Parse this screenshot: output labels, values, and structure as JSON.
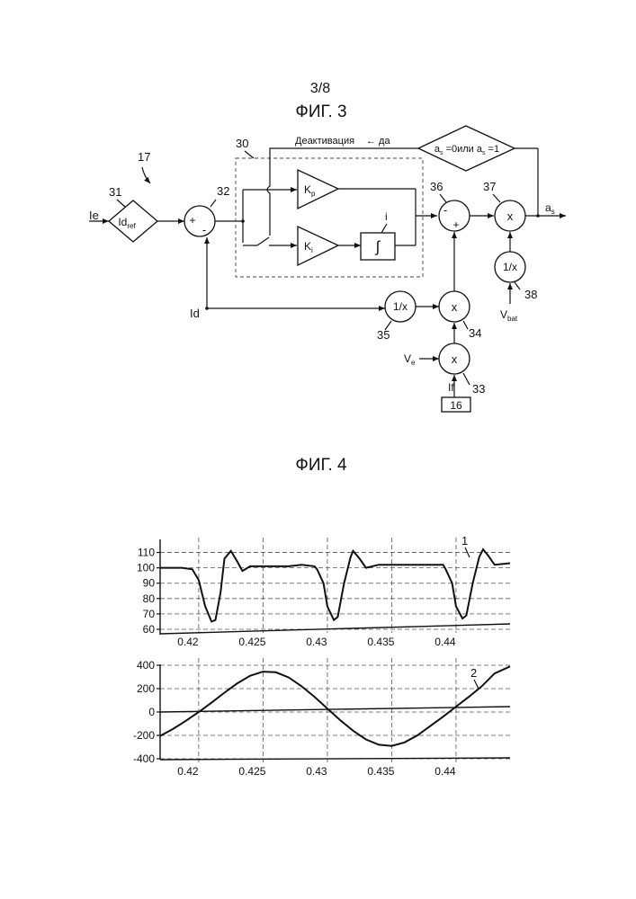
{
  "header": {
    "sheet": "3/8",
    "fig3_title": "ФИГ. 3",
    "fig4_title": "ФИГ. 4"
  },
  "fig3": {
    "ref_17": "17",
    "ref_30": "30",
    "ref_31": "31",
    "ref_32": "32",
    "ref_33": "33",
    "ref_34": "34",
    "ref_35": "35",
    "ref_36": "36",
    "ref_37": "37",
    "ref_38": "38",
    "input_ie": "Ie",
    "block_idref_main": "Id",
    "block_idref_sub": "ref",
    "sum32_plus": "+",
    "sum32_minus": "-",
    "input_id": "Id",
    "kp_main": "K",
    "kp_sub": "p",
    "ki_main": "K",
    "ki_sub": "i",
    "integrator_symbol": "∫",
    "integrator_label": "i",
    "deactivation_label": "Деактивация",
    "yes_label": "← да",
    "condition_a1": "a",
    "condition_s1": "s",
    "condition_mid": " =0или a",
    "condition_s2": "s",
    "condition_end": " =1",
    "sum36_minus": "-",
    "sum36_plus": "+",
    "mult37": "x",
    "output_main": "a",
    "output_sub": "s",
    "inv38": "1/x",
    "vbat_main": "V",
    "vbat_sub": "bat",
    "inv35": "1/x",
    "mult34": "x",
    "mult33": "x",
    "ve_main": "V",
    "ve_sub": "e",
    "input_if": "If",
    "block_16": "16"
  },
  "chart_data": [
    {
      "type": "line",
      "series_label": "1",
      "ylim": [
        60,
        115
      ],
      "xlim": [
        0.417,
        0.4442
      ],
      "yticks": [
        "110",
        "100",
        "90",
        "80",
        "70",
        "60"
      ],
      "xticks": [
        "0.42",
        "0.425",
        "0.43",
        "0.435",
        "0.44"
      ],
      "grid": true,
      "series": [
        {
          "x": [
            0.417,
            0.4187,
            0.4195,
            0.42,
            0.4205,
            0.421,
            0.4213,
            0.4217,
            0.422,
            0.4225,
            0.423,
            0.4234,
            0.424,
            0.425,
            0.426,
            0.427,
            0.428,
            0.429,
            0.4292,
            0.4297,
            0.43,
            0.4305,
            0.4308,
            0.4313,
            0.4318,
            0.432,
            0.4325,
            0.433,
            0.434,
            0.435,
            0.436,
            0.437,
            0.438,
            0.439,
            0.4392,
            0.4397,
            0.44,
            0.4405,
            0.4408,
            0.4413,
            0.4418,
            0.4421,
            0.4425,
            0.443,
            0.4442
          ],
          "y": [
            100,
            100,
            99,
            92,
            75,
            65,
            66,
            84,
            106,
            111,
            104,
            98,
            101,
            101,
            101,
            101,
            102,
            101,
            99,
            90,
            75,
            66,
            68,
            90,
            107,
            111,
            106,
            100,
            102,
            102,
            102,
            102,
            102,
            102,
            99,
            90,
            75,
            67,
            69,
            90,
            107,
            112,
            108,
            102,
            103
          ]
        }
      ]
    },
    {
      "type": "line",
      "series_label": "2",
      "ylim": [
        -400,
        400
      ],
      "xlim": [
        0.417,
        0.4442
      ],
      "yticks": [
        "400",
        "200",
        "0",
        "-200",
        "-400"
      ],
      "xticks": [
        "0.42",
        "0.425",
        "0.43",
        "0.435",
        "0.44"
      ],
      "grid": true,
      "series": [
        {
          "x": [
            0.417,
            0.418,
            0.419,
            0.42,
            0.421,
            0.422,
            0.423,
            0.424,
            0.425,
            0.426,
            0.427,
            0.428,
            0.429,
            0.43,
            0.431,
            0.432,
            0.433,
            0.434,
            0.435,
            0.436,
            0.437,
            0.438,
            0.439,
            0.44,
            0.441,
            0.442,
            0.443,
            0.4442
          ],
          "y": [
            -205,
            -145,
            -75,
            0,
            80,
            165,
            245,
            310,
            345,
            340,
            295,
            220,
            130,
            30,
            -70,
            -160,
            -235,
            -280,
            -290,
            -260,
            -200,
            -120,
            -40,
            45,
            130,
            220,
            330,
            390
          ]
        }
      ]
    }
  ]
}
